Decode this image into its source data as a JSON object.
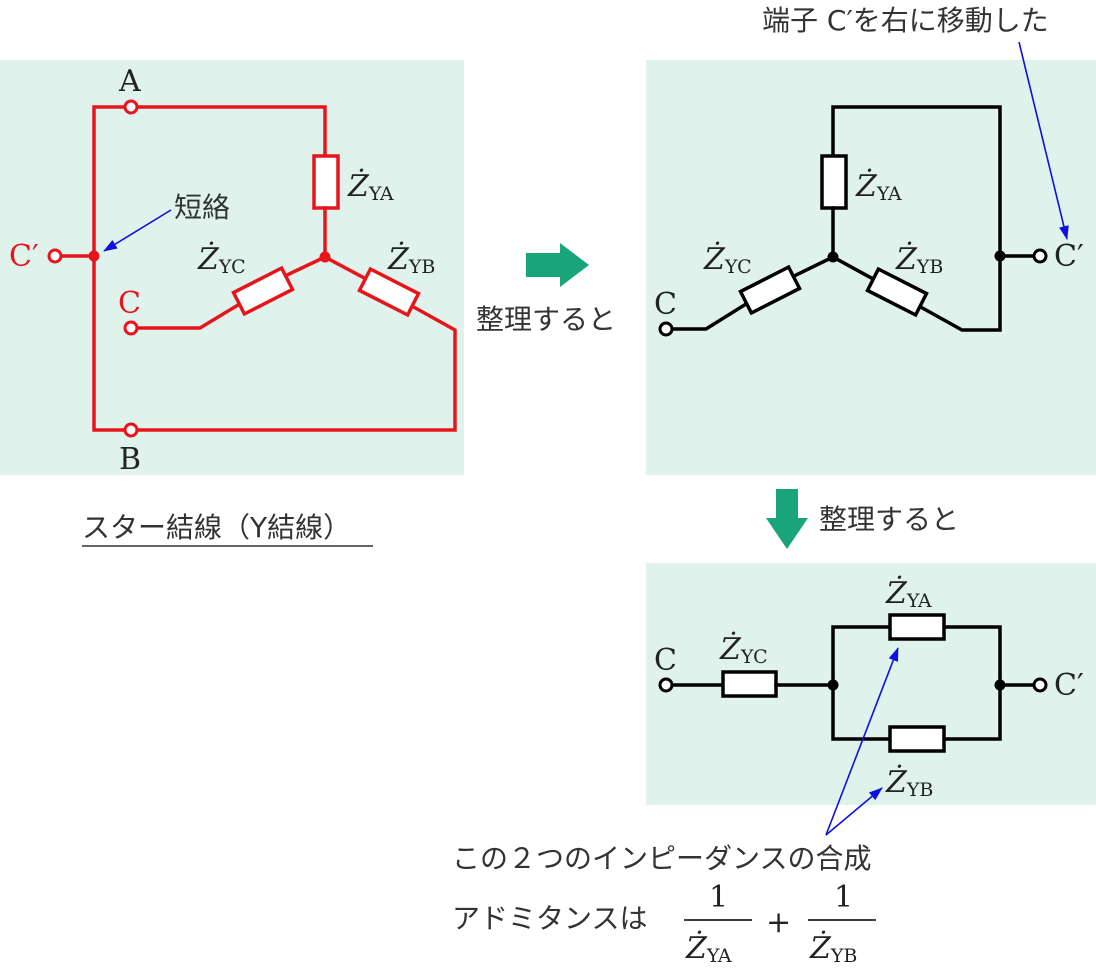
{
  "diagram": {
    "left": {
      "terminal_a": "A",
      "terminal_b": "B",
      "terminal_c": "C",
      "terminal_c_prime": "C′",
      "short_label": "短絡",
      "caption": "スター結線（Y結線）"
    },
    "impedance": {
      "symbol": "Ż",
      "sub_a": "YA",
      "sub_b": "YB",
      "sub_c": "YC"
    },
    "step_label_1": "整理すると",
    "step_label_2": "整理すると",
    "top_right": {
      "terminal_c": "C",
      "terminal_c_prime": "C′",
      "note": "端子 C′を右に移動した"
    },
    "bottom_right": {
      "terminal_c": "C",
      "terminal_c_prime": "C′",
      "note_line1": "この２つのインピーダンスの合成",
      "note_line2": "アドミタンスは",
      "fraction_num": "1",
      "plus": "+"
    },
    "colors": {
      "panel": "#dff3ec",
      "red": "#e8141c",
      "black": "#000000",
      "blue": "#1010e0",
      "green_arrow": "#1aa47a"
    }
  }
}
